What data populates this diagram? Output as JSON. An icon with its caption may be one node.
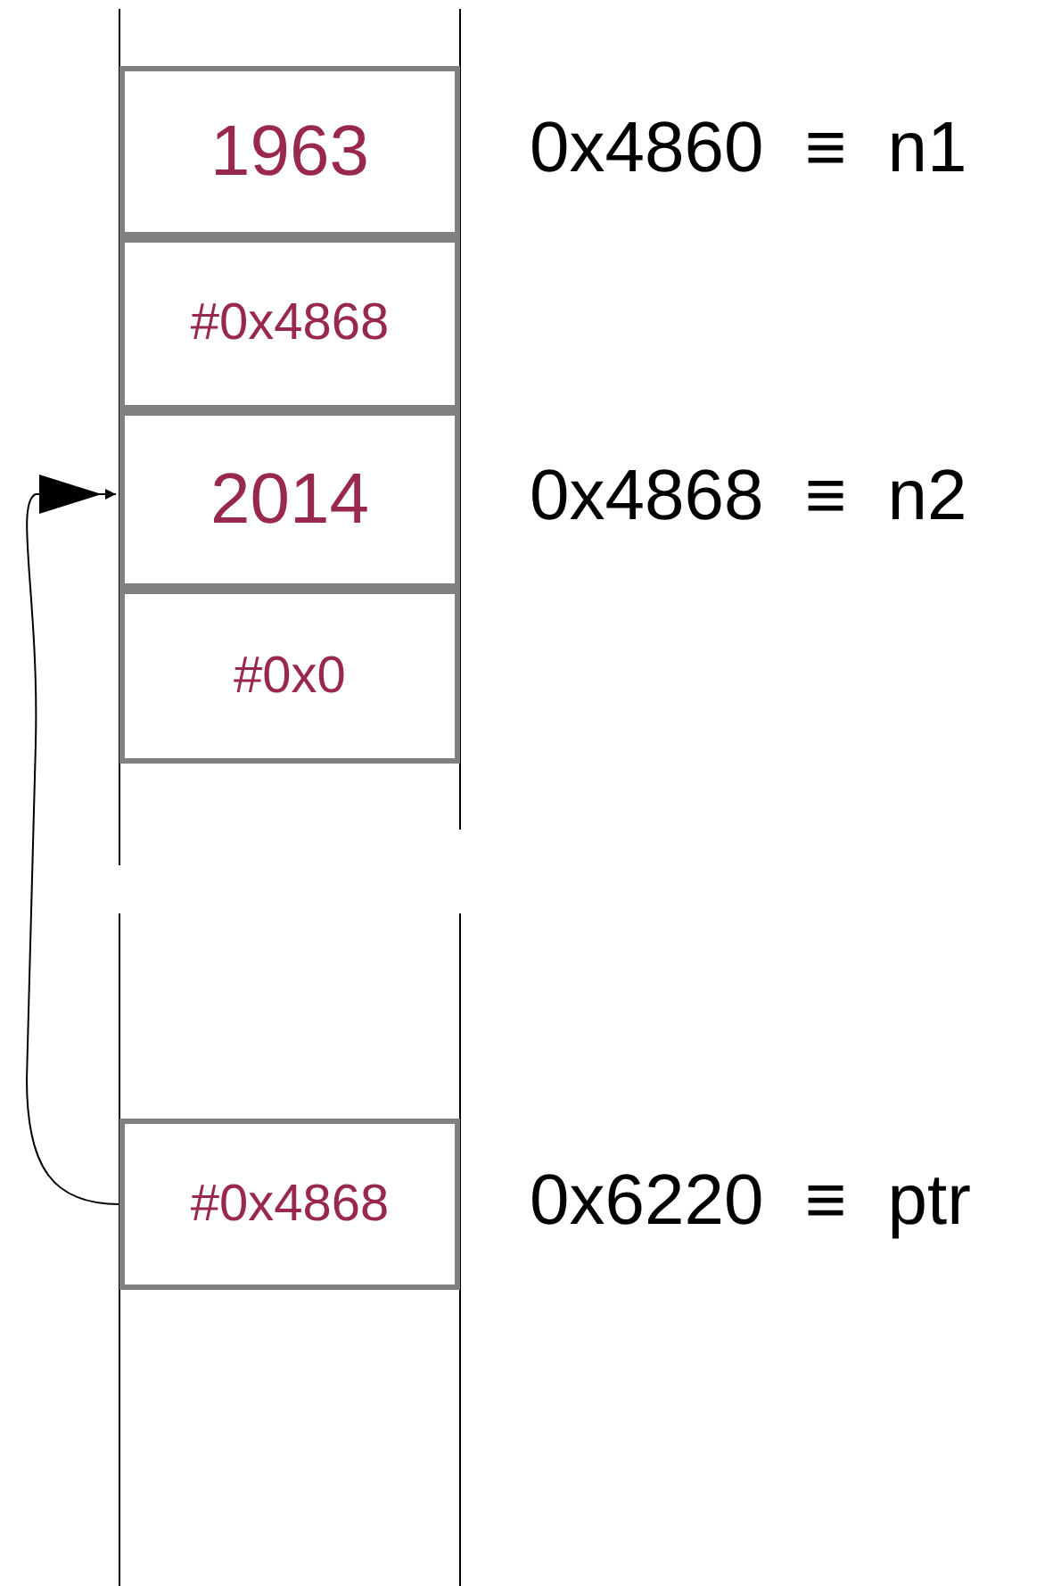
{
  "diagram": {
    "nodes": [
      {
        "text": [
          "1963"
        ],
        "beside": [
          "0x4860 ≡ n1"
        ]
      },
      {
        "text": [
          "#0x4868"
        ]
      },
      {
        "text": [
          "2014"
        ],
        "beside": [
          "0x4868 ≡ n2"
        ]
      },
      {
        "text": [
          "#0x0"
        ]
      },
      {
        "text": [
          "#0x4868"
        ],
        "beside": [
          "0x6220 ≡ ptr"
        ]
      }
    ],
    "edges": [
      {
        "from": 4,
        "to": 2,
        "arrow": "to"
      }
    ]
  }
}
